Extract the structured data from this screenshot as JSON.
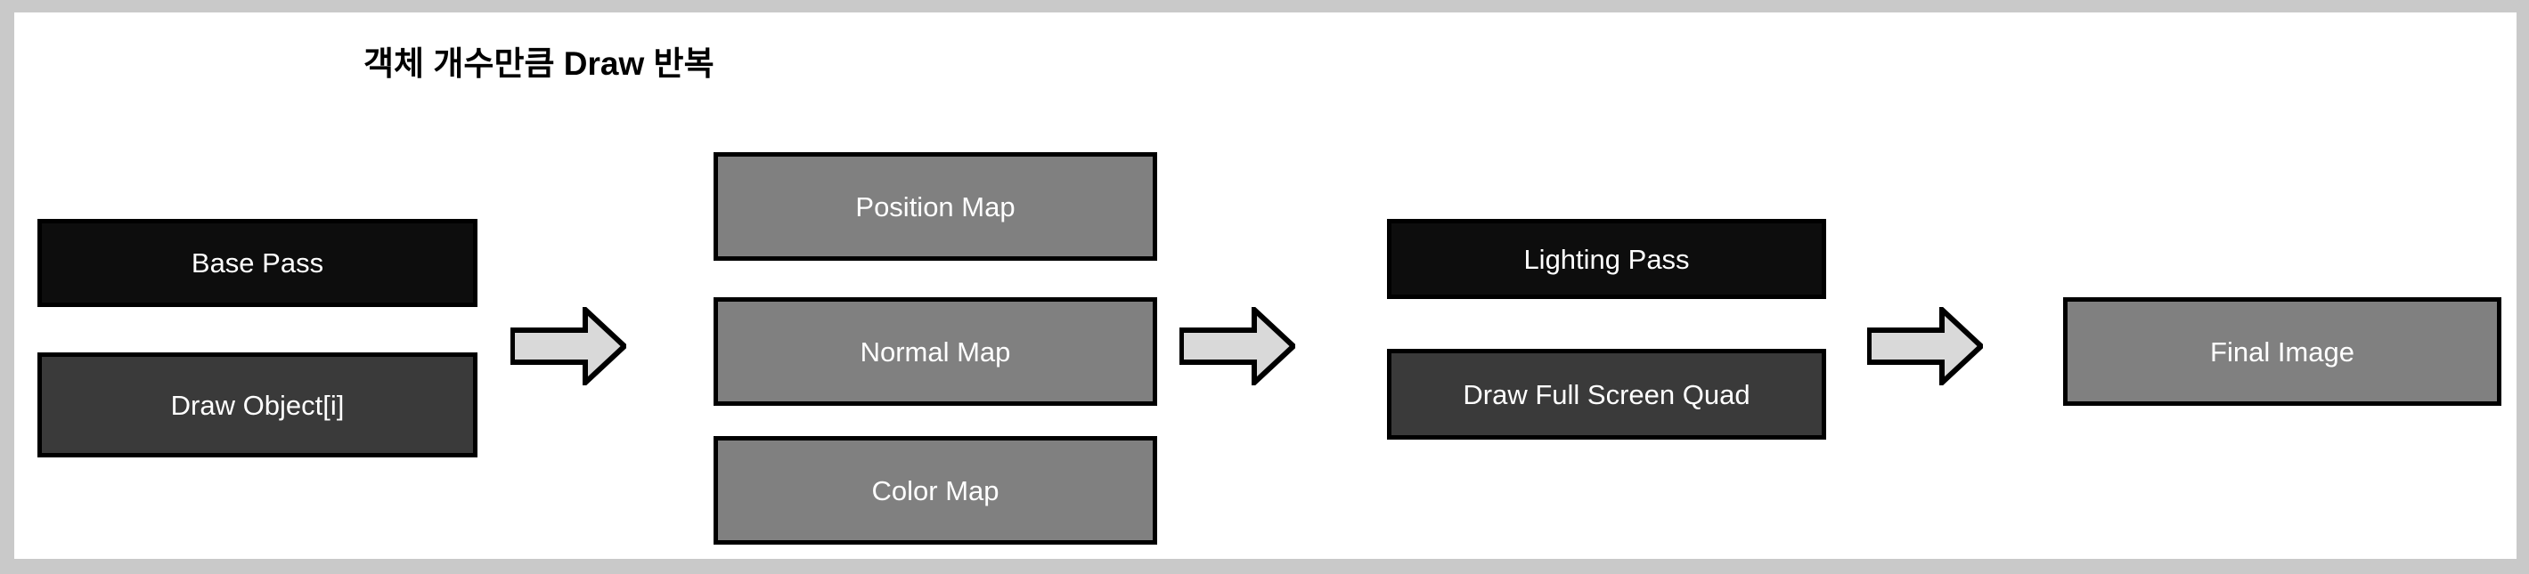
{
  "diagram": {
    "title": "객체 개수만큼 Draw 반복",
    "type": "deferred-rendering-pipeline-flowchart",
    "colors": {
      "page_background": "#ffffff",
      "outer_border": "#c9c9c9",
      "pass_box_fill": "#0d0d0d",
      "action_box_fill": "#3a3a3a",
      "buffer_box_fill": "#808080",
      "arrow_fill": "#d9d9d9",
      "outline": "#000000",
      "label_text": "#ffffff",
      "title_text": "#000000"
    },
    "stages": [
      {
        "id": "base-pass-group",
        "boxes": [
          {
            "id": "base-pass",
            "label": "Base Pass",
            "style": "black"
          },
          {
            "id": "draw-object",
            "label": "Draw Object[i]",
            "style": "dark"
          }
        ]
      },
      {
        "id": "gbuffer-group",
        "boxes": [
          {
            "id": "position-map",
            "label": "Position Map",
            "style": "gray"
          },
          {
            "id": "normal-map",
            "label": "Normal Map",
            "style": "gray"
          },
          {
            "id": "color-map",
            "label": "Color Map",
            "style": "gray"
          }
        ]
      },
      {
        "id": "lighting-pass-group",
        "boxes": [
          {
            "id": "lighting-pass",
            "label": "Lighting Pass",
            "style": "black"
          },
          {
            "id": "fullscreen-quad",
            "label": "Draw Full Screen Quad",
            "style": "dark"
          }
        ]
      },
      {
        "id": "output-group",
        "boxes": [
          {
            "id": "final-image",
            "label": "Final Image",
            "style": "gray"
          }
        ]
      }
    ],
    "arrows": [
      {
        "id": "arrow-1",
        "icon": "right-block-arrow-icon",
        "from": "base-pass-group",
        "to": "gbuffer-group"
      },
      {
        "id": "arrow-2",
        "icon": "right-block-arrow-icon",
        "from": "gbuffer-group",
        "to": "lighting-pass-group"
      },
      {
        "id": "arrow-3",
        "icon": "right-block-arrow-icon",
        "from": "lighting-pass-group",
        "to": "output-group"
      }
    ]
  }
}
